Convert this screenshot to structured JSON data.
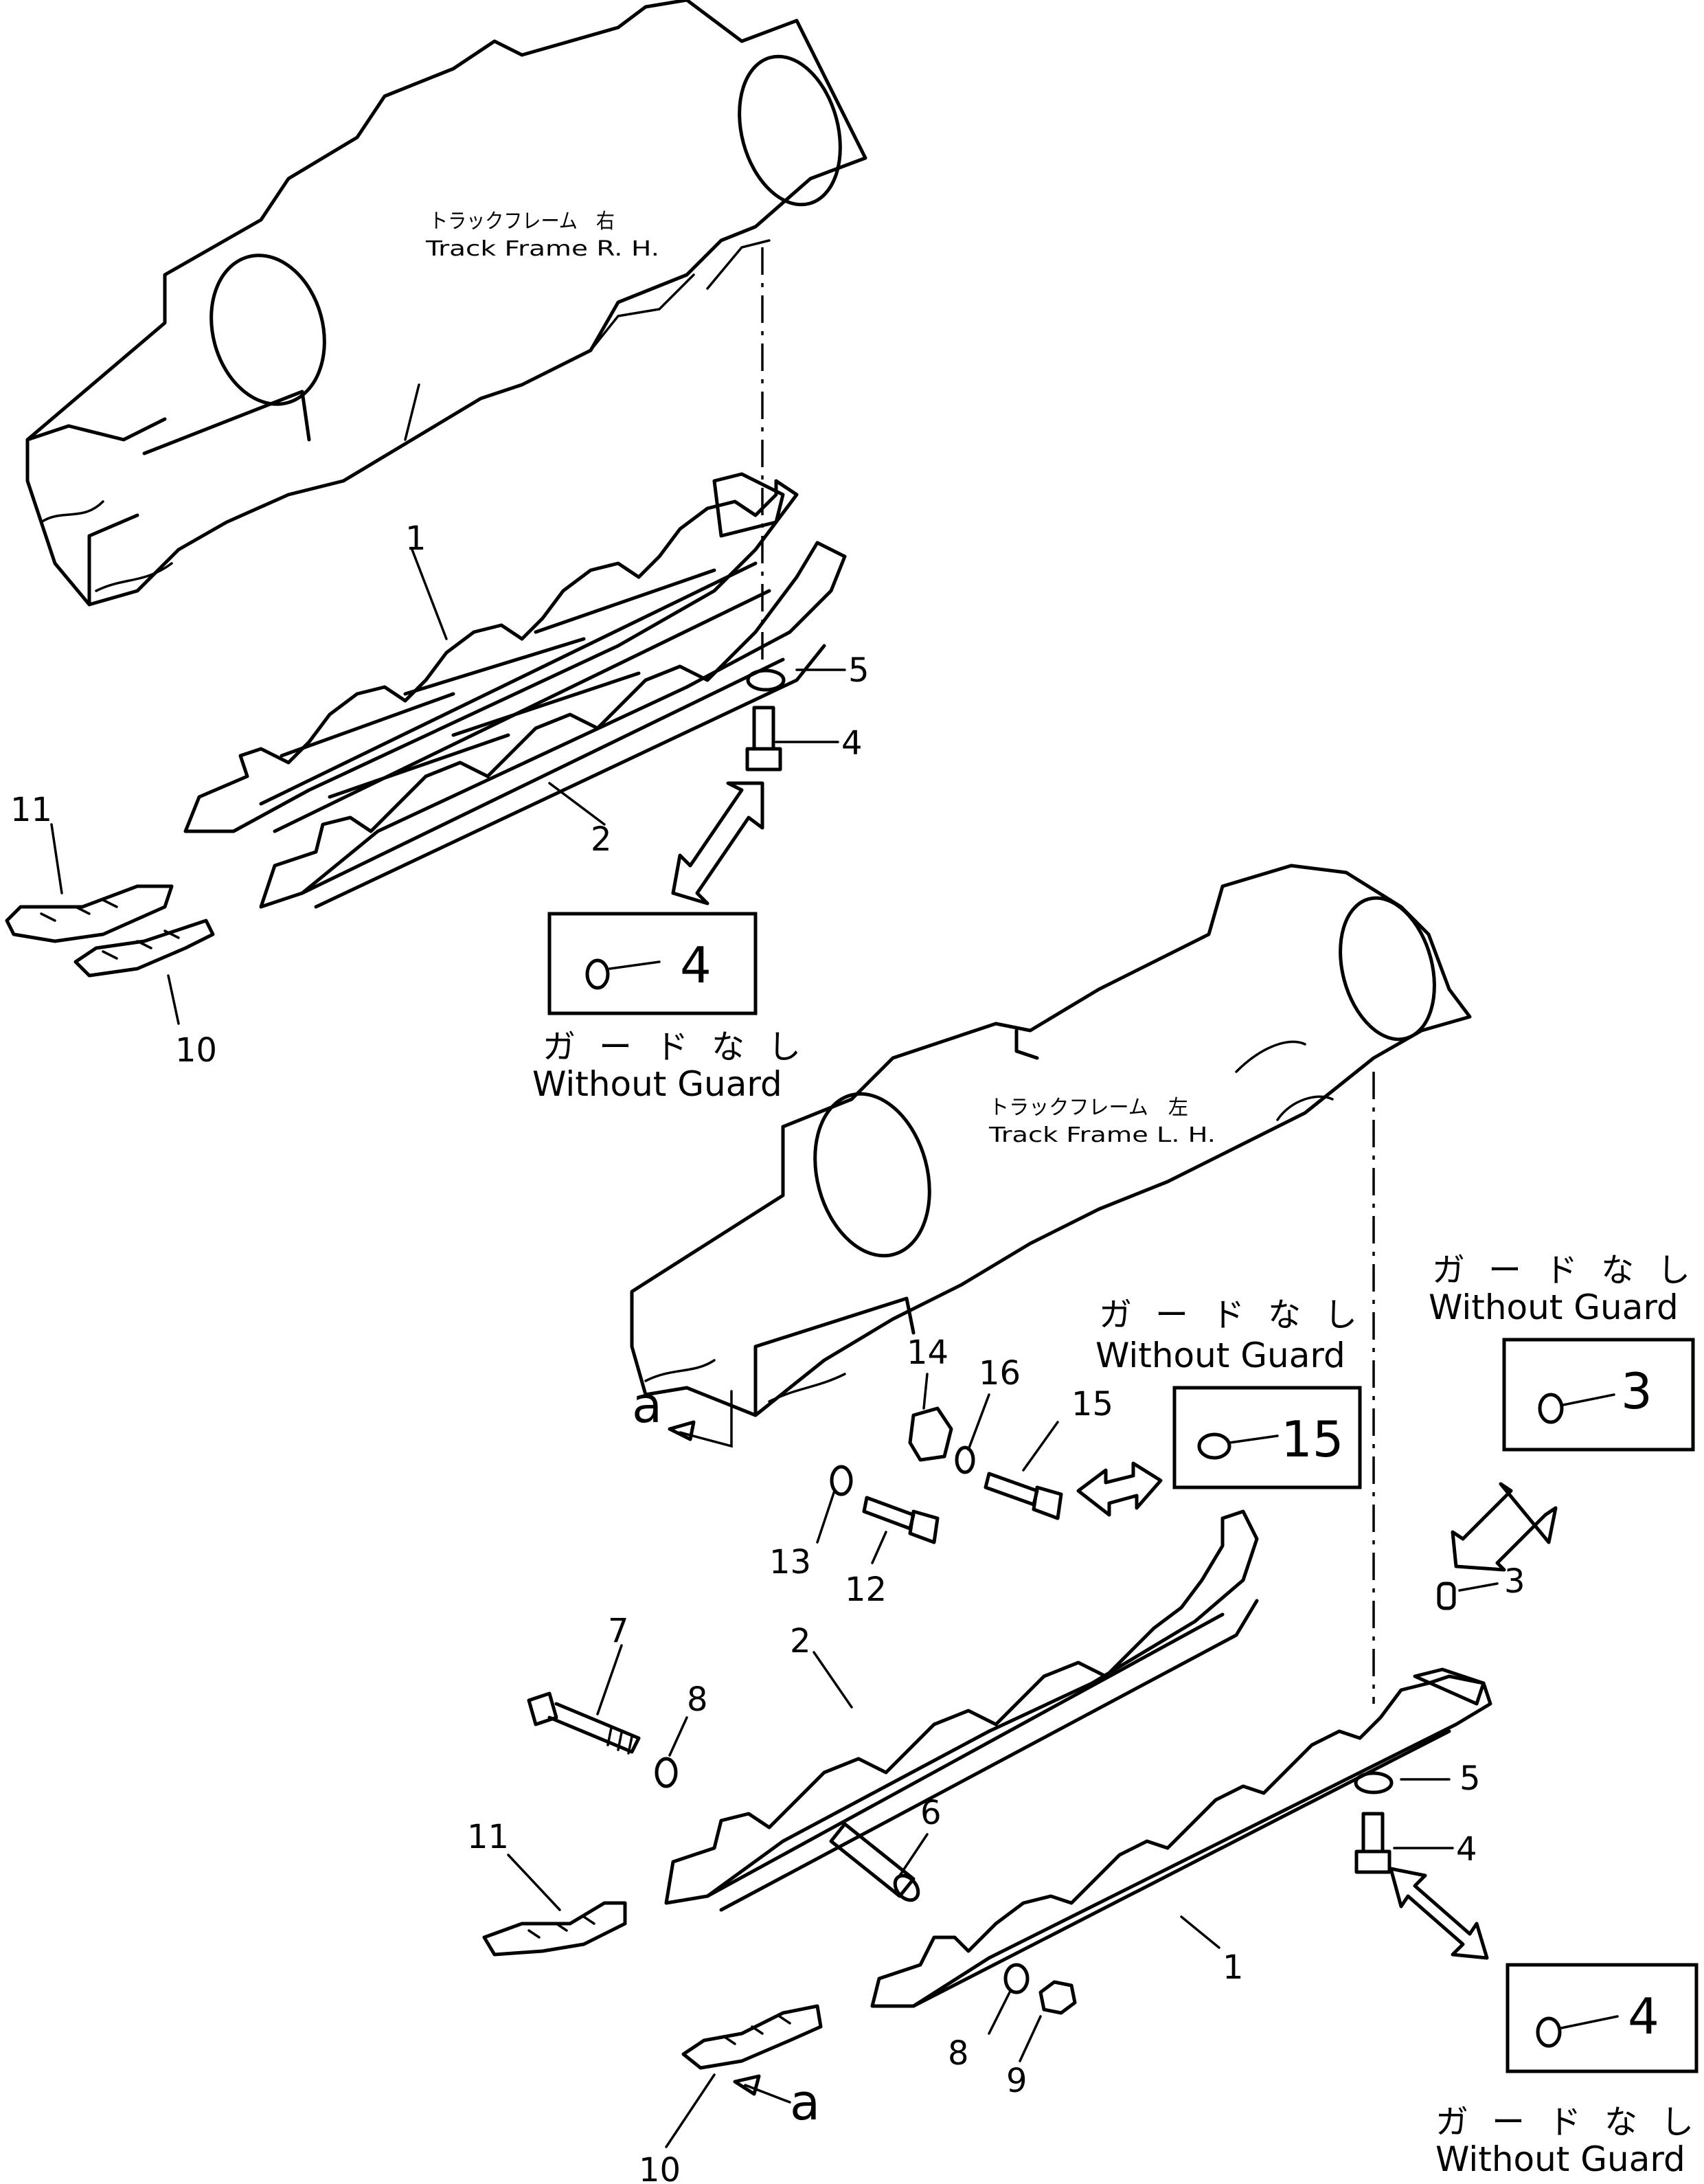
{
  "frames": {
    "rh": {
      "jp": "トラックフレーム　右",
      "en": "Track Frame  R. H."
    },
    "lh": {
      "jp": "トラックフレーム　左",
      "en": "Track Frame  L. H."
    }
  },
  "guard_note": {
    "jp": "ガードなし",
    "en": "Without  Guard"
  },
  "boxes": {
    "top": "4",
    "middle": "15",
    "right_upper": "3",
    "right_lower": "4"
  },
  "callouts": {
    "top": {
      "p1": "1",
      "p2": "2",
      "p4": "4",
      "p5": "5",
      "p10": "10",
      "p11": "11"
    },
    "bottom": {
      "p1": "1",
      "p2": "2",
      "p3": "3",
      "p4": "4",
      "p5": "5",
      "p6": "6",
      "p7": "7",
      "p8a": "8",
      "p8b": "8",
      "p9": "9",
      "p10": "10",
      "p11": "11",
      "p12": "12",
      "p13": "13",
      "p14": "14",
      "p15": "15",
      "p16": "16"
    }
  },
  "view_marker": "a"
}
